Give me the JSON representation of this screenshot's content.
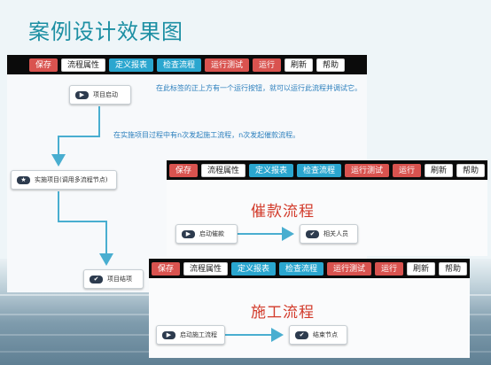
{
  "slide_title": "案例设计效果图",
  "toolbar": {
    "buttons": [
      {
        "label": "保存",
        "style": "red"
      },
      {
        "label": "流程属性",
        "style": "white"
      },
      {
        "label": "定义报表",
        "style": "blue"
      },
      {
        "label": "检查流程",
        "style": "blue"
      },
      {
        "label": "运行测试",
        "style": "red"
      },
      {
        "label": "运行",
        "style": "red"
      },
      {
        "label": "刷新",
        "style": "white"
      },
      {
        "label": "帮助",
        "style": "white"
      }
    ]
  },
  "main": {
    "note1": "在此标签的正上方有一个运行按钮，就可以运行此流程并调试它。",
    "note2": "在实施项目过程中有n次发起施工流程，n次发起催款流程。",
    "node_start": {
      "label": "项目启动",
      "icon": "play-icon"
    },
    "node_impl": {
      "label": "实施项目(调用多流程节点)",
      "icon": "star-icon"
    },
    "node_end": {
      "label": "项目结项",
      "icon": "check-icon"
    }
  },
  "collection": {
    "title": "催款流程",
    "node_start": {
      "label": "启动催款",
      "icon": "play-icon"
    },
    "node_person": {
      "label": "相关人员",
      "icon": "check-icon"
    }
  },
  "construction": {
    "title": "施工流程",
    "node_start": {
      "label": "启动施工流程",
      "icon": "play-icon"
    },
    "node_end": {
      "label": "结束节点",
      "icon": "check-icon"
    }
  },
  "colors": {
    "accent": "#1c8fa3",
    "wire": "#49aed0",
    "red": "#d9534f",
    "blue": "#2aa6cf",
    "title_red": "#d23a2a"
  }
}
